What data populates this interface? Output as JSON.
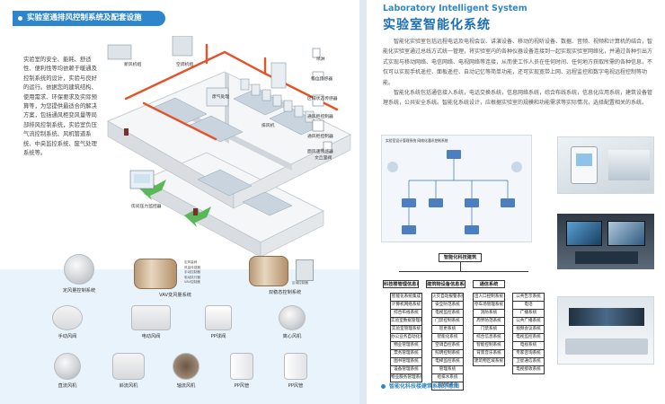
{
  "left": {
    "banner": "实验室通排风控制系统及配套设施",
    "intro": "实验室的安全、能耗、舒适性、便利性等均依赖于暖通及控制系统的设计，实验与良好的运行。依据您的建筑结构、使用需求、环保要求及实际预算等，为您提供最适合的解决方案，包括通风柜变风量等局部排风控制系统，实验室负压气流控制系统、风机管道系统、中央监控系统、废气处理系统等。",
    "diagram_labels": {
      "fresh_air_unit": "新风机组",
      "ac_unit": "空调机组",
      "exhaust_treatment": "废气处理",
      "exhaust_fan": "排风机",
      "scrubber": "喷淋",
      "displacement_sensor": "移位传感器",
      "zone_sensor": "区域状态传感器",
      "hood_controller": "通风柜控制器",
      "fan_controller": "通风柜控制器",
      "sash_sensor": "面风速传感器",
      "room_pressure": "房间压力监控器",
      "venturi": "文丘里阀"
    },
    "products_row1": [
      {
        "label": "定风量控制系统"
      },
      {
        "label": "VAV变风量系统"
      },
      {
        "label": "双稳态控制系统"
      }
    ],
    "products_row1_tags": [
      "定风量阀",
      "风量传感器",
      "手动控制器",
      "电动执行器",
      "VAV控制器",
      "区域控制器"
    ],
    "products_row2": [
      {
        "label": "手动风阀"
      },
      {
        "label": "电动风阀"
      },
      {
        "label": "PP球阀"
      },
      {
        "label": "离心风机"
      }
    ],
    "products_row3": [
      {
        "label": "直流风机"
      },
      {
        "label": "斜流风机"
      },
      {
        "label": "轴流风机"
      },
      {
        "label": "PP风管"
      },
      {
        "label": "PP风管"
      }
    ]
  },
  "right": {
    "title_en": "Laboratory Intelligent System",
    "title_cn": "实验室智能化系统",
    "paragraphs": [
      "智能化实验室包括远程电话及电视会议、讲演设备、移动的视听设备、数据、音频、视频和计算机的结合，智能化实验室通过总线方式统一管理，将实验室内的各种仪器设备连接到一起实现实验室网络化，并通过各种引出方式实现与移动网络、电信网络、电视网络等连接，从而使工作人员在任何时间、任何地方获取所需的各种信息，不仅可以实现手机遥控、面板遥控、自动记忆等简单功能，还可实现宽带上网、远程监控和数字电视远程控制等功能。",
      "智能化系统包括通信接入系统，电话交换系统，信息网络系统，综合布线系统，信息化应用系统，建筑设备管理系统，公共安全系统。智能化系统设计，应根据实验室的规模和功能需求等实际情况，选择配置相关的系统。"
    ],
    "network_diagram_title": "实验室设计管理系统  网络化通讯控制系统",
    "caption": "智能化科技楼建筑系统示意图",
    "org": {
      "root": "智能化科技建筑",
      "branches": [
        {
          "name": "科技楼管理信息系统",
          "items": [
            "智能化系统集成",
            "计算机网络系统",
            "综合布线系统",
            "实验室数据管理系统",
            "实验室管理系统",
            "办公业务自动化系统",
            "物业管理系统",
            "票务管理系统",
            "图书管理系统",
            "设备管理系统",
            "物业服务管理系统"
          ]
        },
        {
          "name": "建筑物设备信息系统",
          "items": [
            "火灾自动报警系统",
            "安全防范系统",
            "电视监控系统",
            "门禁控制系统",
            "巡更系统",
            "智能化系统",
            "空调自控系统",
            "照明控制系统",
            "电梯监控系统",
            "管理系统",
            "给排水系统",
            "变配电系统"
          ]
        },
        {
          "name": "通信系统",
          "items": [
            "出入口控制系统",
            "停车场管理系统",
            "消防系统",
            "周界防范系统",
            "门禁系统",
            "综合信息系统",
            "智能控制系统",
            "背景音乐系统",
            "建筑物区域系统"
          ]
        },
        {
          "name": "",
          "items": [
            "公共告示系统",
            "电话",
            "广播系统",
            "公共广播系统",
            "视频会议系统",
            "电视监控系统",
            "电视系统",
            "专家咨询系统",
            "卫星通信系统",
            "电视接收系统"
          ]
        }
      ]
    }
  },
  "colors": {
    "accent": "#2d86cc",
    "pipe_red": "#e4542b",
    "arrow_green": "#5bb85a",
    "band": "#e9f3fb"
  }
}
